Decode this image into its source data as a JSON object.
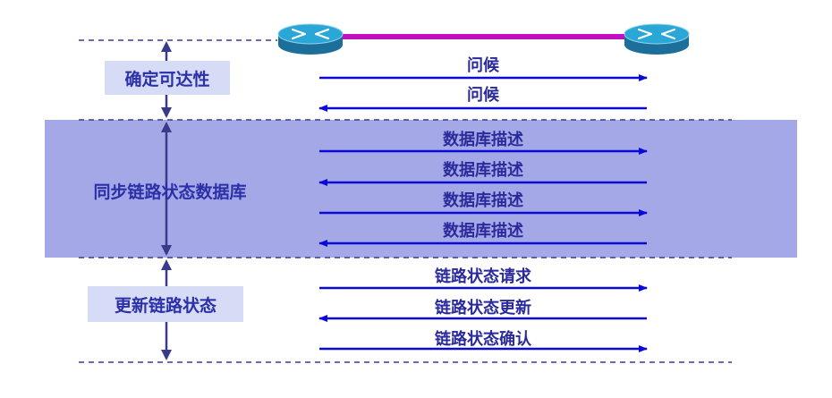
{
  "colors": {
    "sync_band": "#a4a8e6",
    "label_box": "#d6dcf5",
    "label_text": "#2b2fa8",
    "message_text": "#2a2a9c",
    "arrow": "#0a0ad8",
    "link": "#c010c0",
    "router": "#2aa7d6",
    "divider": "#3a3a8a",
    "timeline": "#3a3a8a"
  },
  "icons": [
    "router-icon",
    "router-icon"
  ],
  "phases": [
    {
      "label": "确定可达性"
    },
    {
      "label": "同步链路状态数据库"
    },
    {
      "label": "更新链路状态"
    }
  ],
  "messages": [
    {
      "label": "问候",
      "direction": "right"
    },
    {
      "label": "问候",
      "direction": "left"
    },
    {
      "label": "数据库描述",
      "direction": "right"
    },
    {
      "label": "数据库描述",
      "direction": "left"
    },
    {
      "label": "数据库描述",
      "direction": "right"
    },
    {
      "label": "数据库描述",
      "direction": "left"
    },
    {
      "label": "链路状态请求",
      "direction": "right"
    },
    {
      "label": "链路状态更新",
      "direction": "left"
    },
    {
      "label": "链路状态确认",
      "direction": "right"
    }
  ]
}
